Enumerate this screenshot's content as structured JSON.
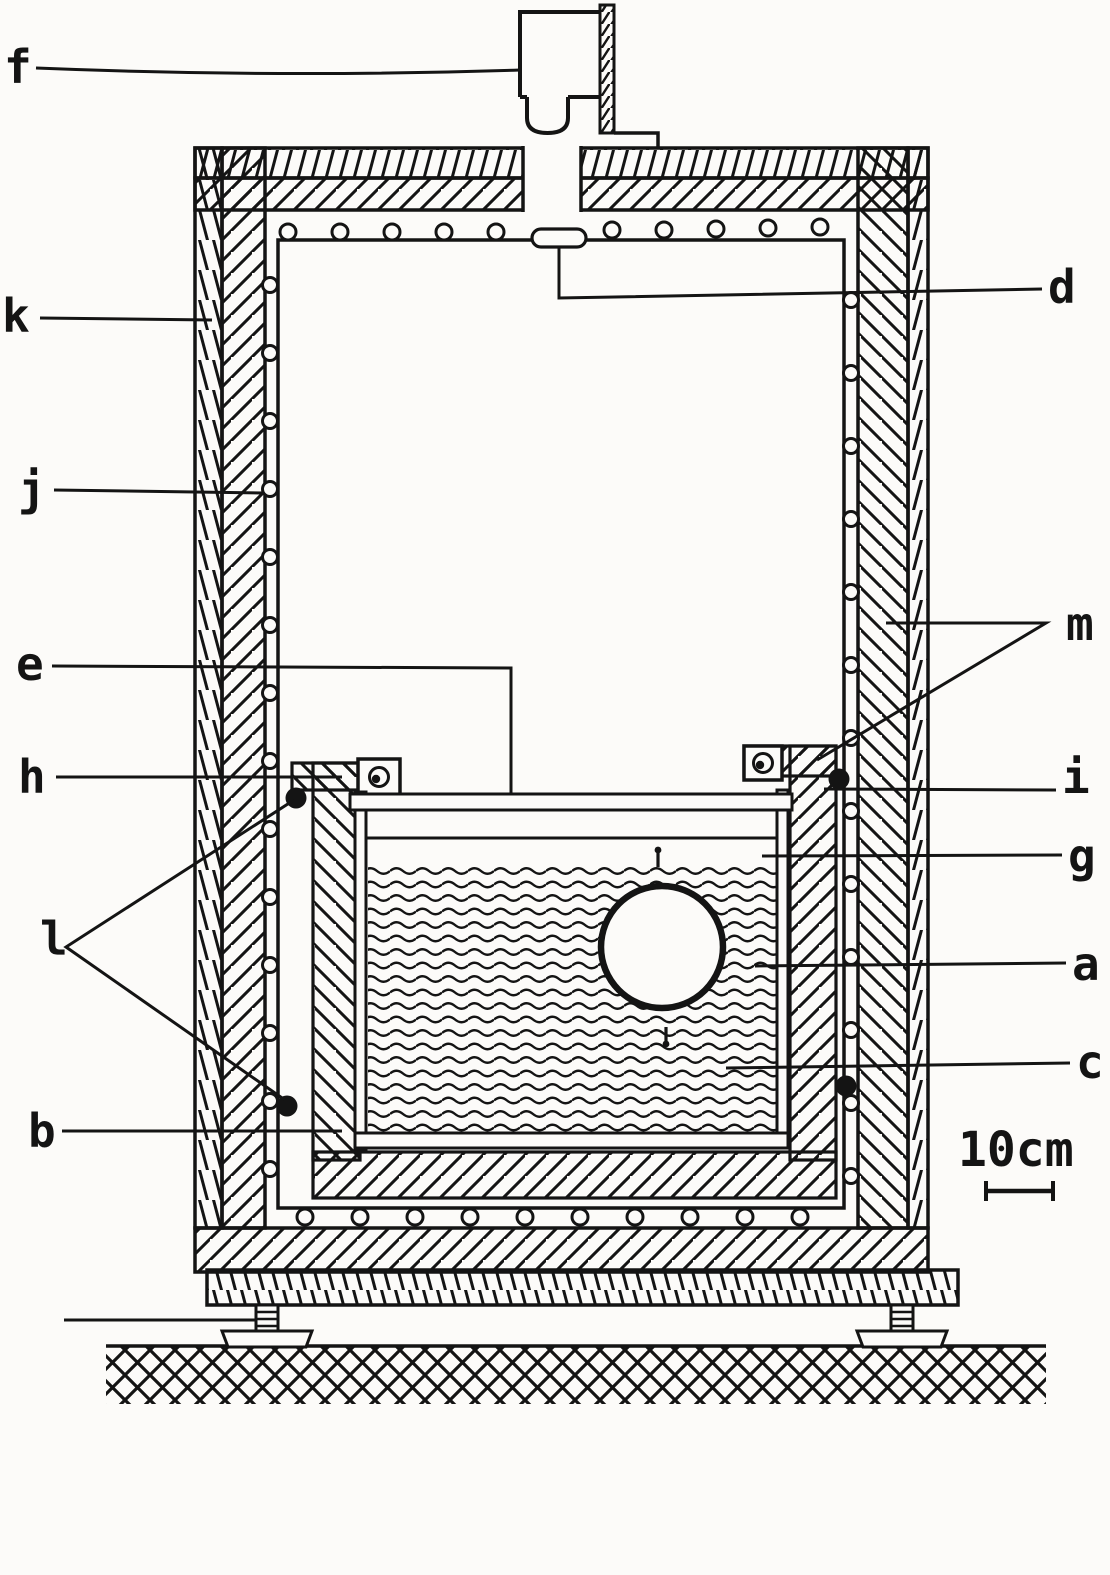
{
  "diagram": {
    "ink_color": "#141414",
    "background_color": "#fcfbf9",
    "callouts": [
      {
        "letter": "f"
      },
      {
        "letter": "k"
      },
      {
        "letter": "j"
      },
      {
        "letter": "e"
      },
      {
        "letter": "h"
      },
      {
        "letter": "l"
      },
      {
        "letter": "b"
      },
      {
        "letter": "d"
      },
      {
        "letter": "m"
      },
      {
        "letter": "i"
      },
      {
        "letter": "g"
      },
      {
        "letter": "a"
      },
      {
        "letter": "c"
      }
    ],
    "scale_bar": {
      "label": "10cm"
    }
  }
}
